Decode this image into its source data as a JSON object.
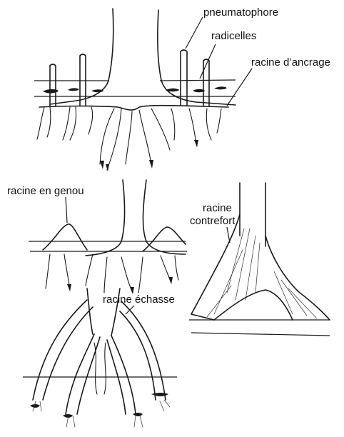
{
  "labels": {
    "pneumatophore": "pneumatophore",
    "radicelles": "radicelles",
    "racine_ancrage": "racine d’ancrage",
    "racine_genou": "racine en genou",
    "racine_contrefort_line1": "racine",
    "racine_contrefort_line2": "contrefort",
    "racine_echasse": "racine échasse"
  }
}
